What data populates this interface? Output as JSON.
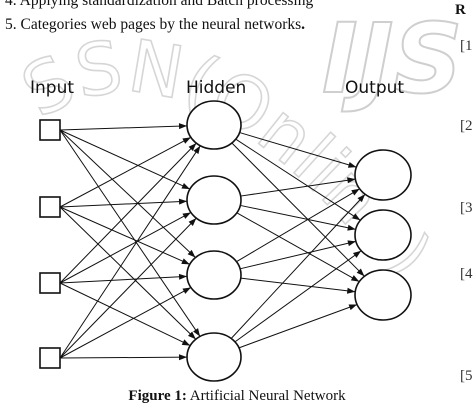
{
  "document": {
    "list_item_4_partial": "4. Applying standardization and Batch processing",
    "list_item_5": {
      "text": "5. Categories web pages by the neural networks",
      "period": "."
    }
  },
  "figure": {
    "layer_labels": {
      "input": "Input",
      "hidden": "Hidden",
      "output": "Output"
    },
    "input_nodes": 4,
    "hidden_nodes": 4,
    "output_nodes": 3,
    "caption_label": "Figure 1:",
    "caption_text": " Artificial Neural Network"
  },
  "watermark": {
    "large_text": "IJS",
    "arc_text": "SSN(Online)"
  },
  "right_column": {
    "heading_fragment": "R",
    "reference_marks": [
      "[1",
      "[2",
      "[3",
      "[4",
      "[5"
    ]
  },
  "colors": {
    "ink": "#111111",
    "watermark": "#d4d4d4"
  }
}
